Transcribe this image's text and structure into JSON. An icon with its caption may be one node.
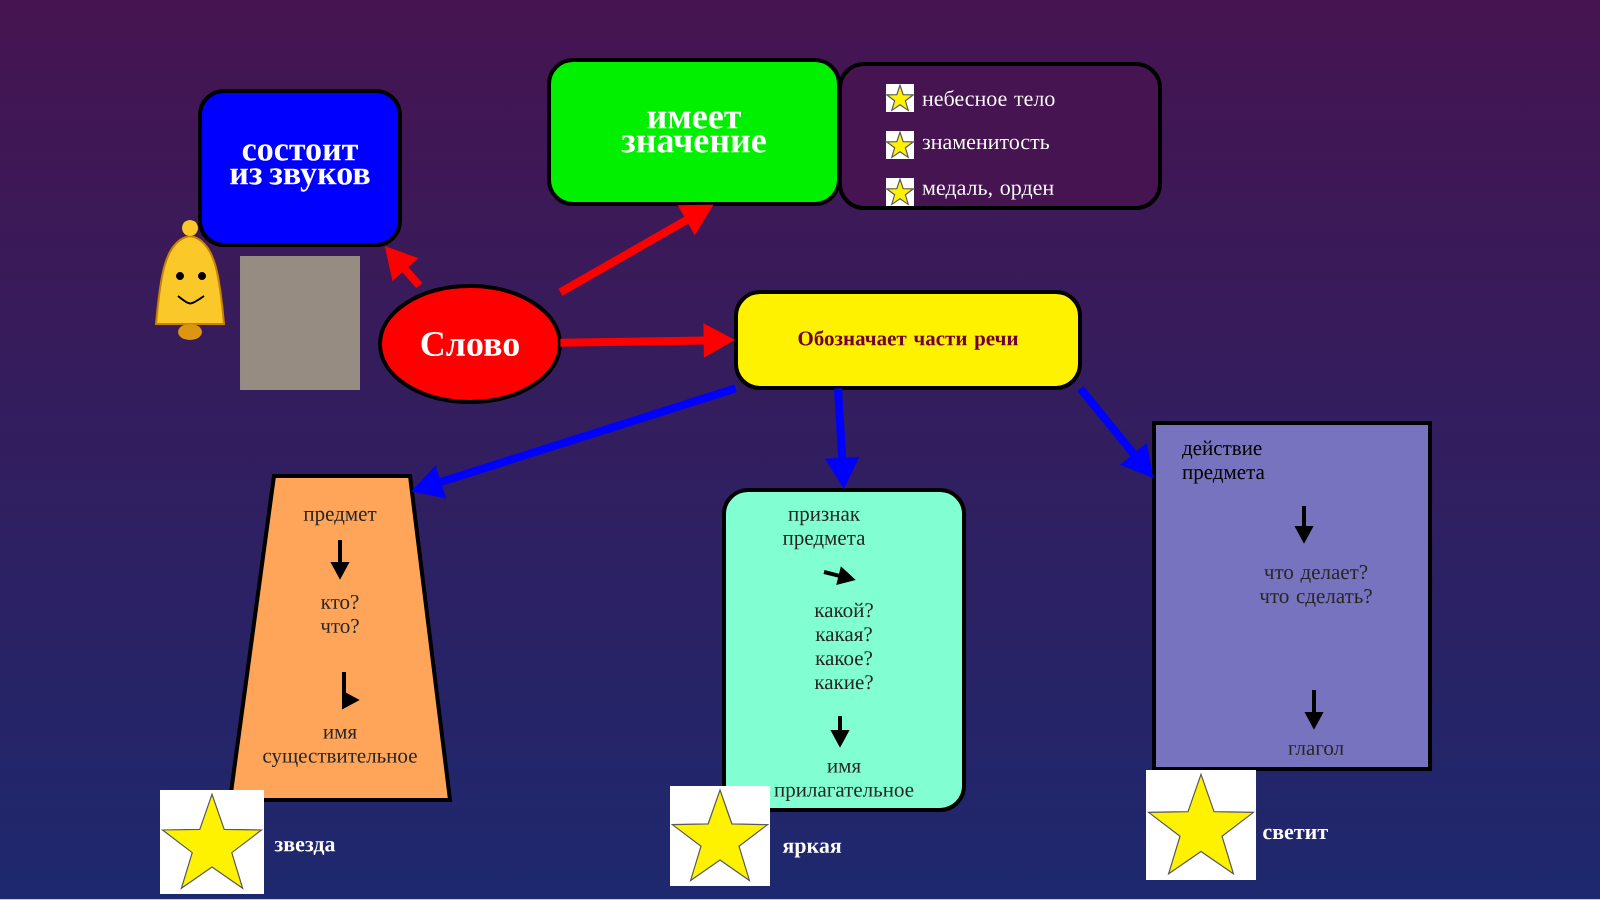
{
  "diagram": {
    "nodes": [
      {
        "text": [
          "состоит из звуков"
        ]
      },
      {
        "text": [
          "имеет значение"
        ]
      },
      {
        "text": [
          "небесное тело",
          "знаменитость",
          "медаль, орден"
        ]
      },
      {
        "text": [
          "Слово"
        ]
      },
      {
        "text": [
          "Обозначает части речи"
        ]
      },
      {
        "text": [
          "предмет",
          "кто? что?",
          "имя существительное"
        ]
      },
      {
        "text": [
          "признак предмета",
          "какой? какая? какое? какие?",
          "имя прилагательное"
        ]
      },
      {
        "text": [
          "действие предмета",
          "что делает? что сделать?",
          "глагол"
        ]
      }
    ],
    "edges": [
      {
        "from": 3,
        "to": 0,
        "arrow": "to",
        "color": "#ff0000"
      },
      {
        "from": 3,
        "to": 1,
        "arrow": "to",
        "color": "#ff0000"
      },
      {
        "from": 3,
        "to": 4,
        "arrow": "to",
        "color": "#ff0000"
      },
      {
        "from": 4,
        "to": 5,
        "arrow": "to",
        "color": "#0000ff"
      },
      {
        "from": 4,
        "to": 6,
        "arrow": "to",
        "color": "#0000ff"
      },
      {
        "from": 4,
        "to": 7,
        "arrow": "to",
        "color": "#0000ff"
      }
    ],
    "labels": [
      "звезда",
      "яркая",
      "светит"
    ]
  }
}
